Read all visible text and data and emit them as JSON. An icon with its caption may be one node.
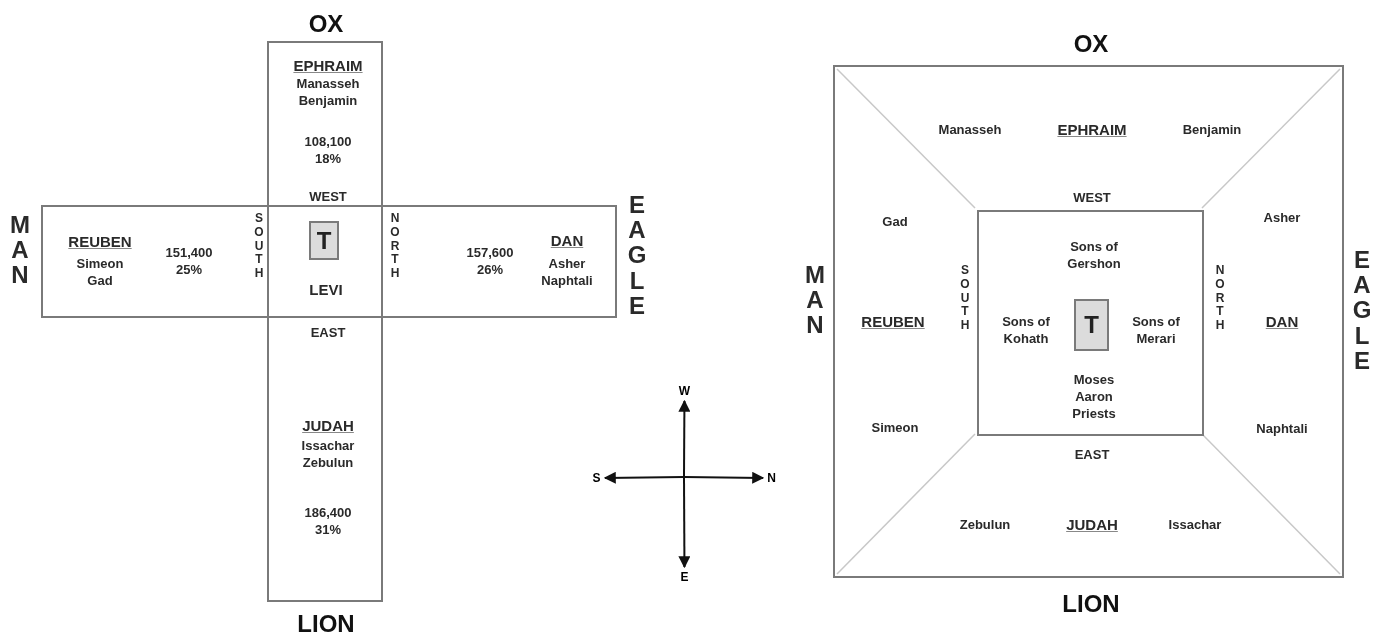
{
  "diagram": {
    "nodes": [
      {
        "text": [
          "EPHRAIM",
          "Manasseh Benjamin",
          "108,100 18%",
          "WEST",
          "EAST",
          "JUDAH",
          "Issachar Zebulun",
          "186,400 31%"
        ],
        "beside": [
          "OX",
          "LION"
        ]
      },
      {
        "text": [
          "REUBEN",
          "Simeon Gad",
          "151,400 25%",
          "SOUTH",
          "NORTH",
          "157,600 26%",
          "DAN",
          "Asher Naphtali"
        ],
        "beside": [
          "MAN",
          "EAGLE"
        ]
      },
      {
        "text": [
          "T"
        ]
      },
      {
        "text": [
          "W"
        ]
      },
      {
        "text": [
          "S"
        ]
      },
      {
        "text": [
          "N"
        ]
      },
      {
        "text": [
          "E"
        ]
      },
      {
        "text": [
          "Manasseh",
          "EPHRAIM",
          "Benjamin",
          "WEST",
          "Gad",
          "Asher",
          "REUBEN",
          "SOUTH",
          "NORTH",
          "DAN",
          "Simeon",
          "Naphtali",
          "EAST",
          "Zebulun",
          "JUDAH",
          "Issachar"
        ],
        "beside": [
          "OX",
          "MAN",
          "EAGLE",
          "LION"
        ]
      },
      {
        "text": [
          "Sons of Gershon",
          "Sons of Kohath",
          "Sons of Merari",
          "Moses Aaron Priests"
        ],
        "in": 7
      },
      {
        "text": [
          "T"
        ],
        "in": 8
      }
    ],
    "edges": [
      {
        "from": null,
        "to": 3,
        "arrow": "to"
      },
      {
        "from": null,
        "to": 4,
        "arrow": "to"
      },
      {
        "from": null,
        "to": 5,
        "arrow": "to"
      },
      {
        "from": null,
        "to": 6,
        "arrow": "to"
      }
    ],
    "labels": [
      "LEVI"
    ]
  }
}
